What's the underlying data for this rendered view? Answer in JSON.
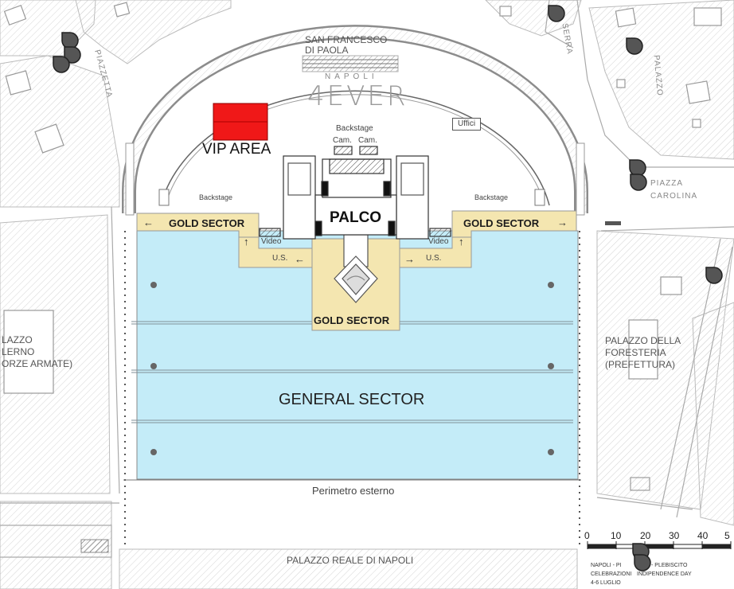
{
  "event": {
    "logo_top": "NAPOLI",
    "logo_main": "4EVER"
  },
  "labels": {
    "church": "SAN FRANCESCO\nDI PAOLA",
    "vip_area": "VIP AREA",
    "backstage_top": "Backstage",
    "backstage_left": "Backstage",
    "backstage_right": "Backstage",
    "uffici": "Uffici",
    "cam1": "Cam.",
    "cam2": "Cam.",
    "palco": "PALCO",
    "video_left": "Video",
    "video_right": "Video",
    "us_left": "U.S.",
    "us_right": "U.S.",
    "gold_left": "GOLD SECTOR",
    "gold_right": "GOLD SECTOR",
    "gold_center": "GOLD SECTOR",
    "general": "GENERAL SECTOR",
    "perimetro": "Perimetro esterno",
    "palazzo_reale": "PALAZZO REALE DI NAPOLI",
    "palazzo_salerno": "LAZZO\nLERNO\nORZE ARMATE)",
    "palazzo_foresteria": "PALAZZO DELLA\nFORESTERIA\n(PREFETTURA)",
    "piazza_carolina_1": "PIAZZA",
    "piazza_carolina_2": "CAROLINA",
    "serra": "SERRA",
    "palazzo_street": "PALAZZO",
    "piazzetta": "PIAZZETTA"
  },
  "scale": {
    "ticks": [
      "0",
      "10",
      "20",
      "30",
      "40",
      "5"
    ]
  },
  "footer": {
    "line1": "NAPOLI - PI",
    "line1b": "- PLEBISCITO",
    "line2": "CELEBRAZIONI",
    "line2b": "INDIPENDENCE DAY",
    "line3": "4-6 LUGLIO"
  },
  "colors": {
    "gold": "#f4e6b0",
    "general": "#c4ecf8",
    "vip": "#f01818",
    "pin": "#555555"
  },
  "pins": [
    "location-pin",
    "location-pin",
    "location-pin",
    "location-pin",
    "location-pin",
    "location-pin",
    "location-pin",
    "location-pin",
    "location-pin",
    "location-pin"
  ]
}
